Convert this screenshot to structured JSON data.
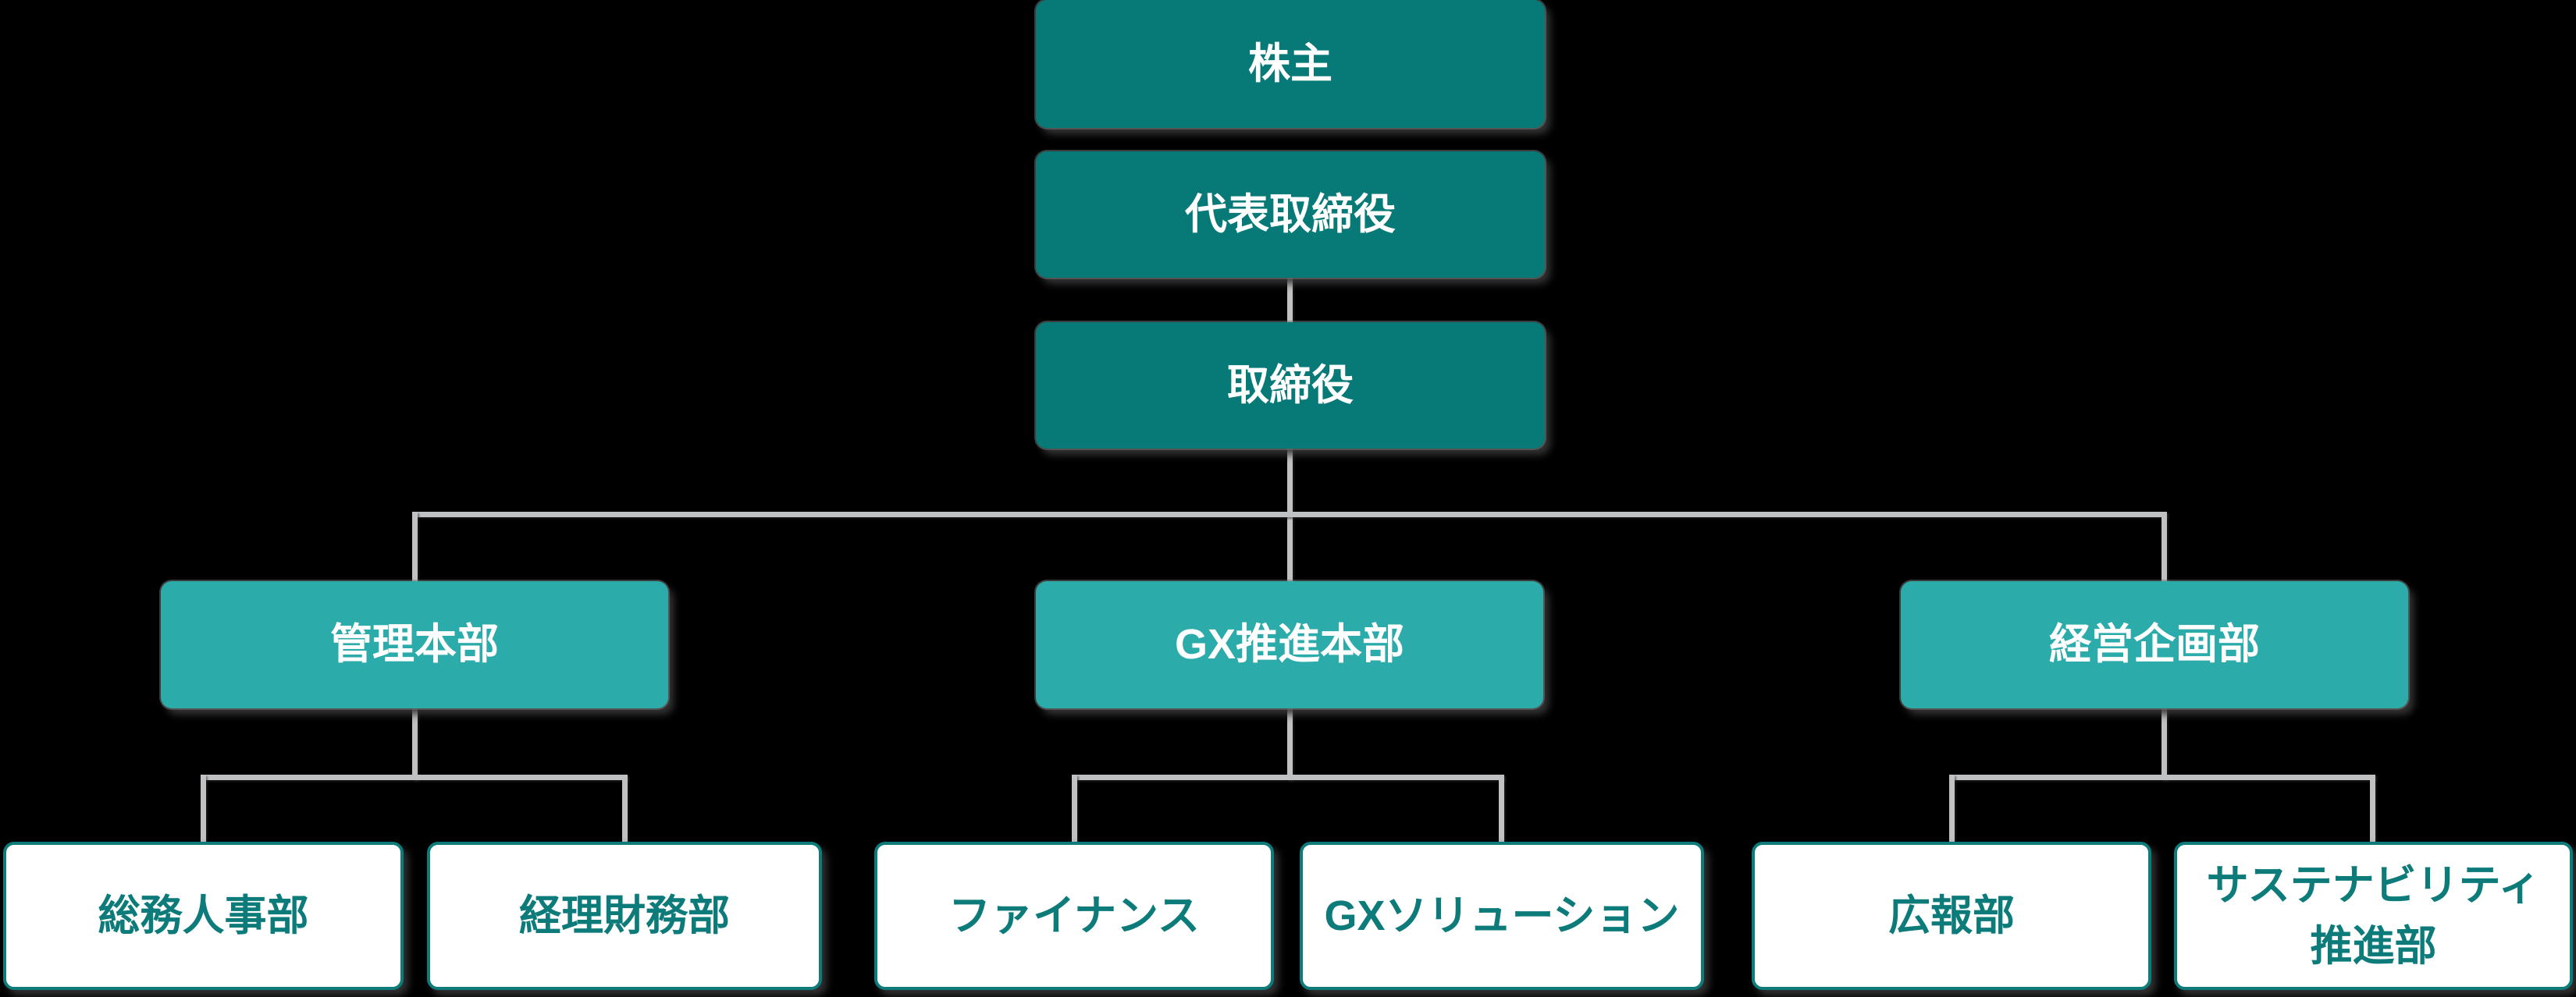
{
  "chart": {
    "type": "org-chart",
    "language": "ja",
    "colors": {
      "background": "#000000",
      "level_dark": "#077a78",
      "level_light": "#2bacaa",
      "leaf_fill": "#ffffff",
      "leaf_border": "#0c7b79",
      "leaf_text": "#0c7b79",
      "node_text": "#ffffff",
      "connector": "#c0c1c2"
    },
    "nodes": {
      "shareholders": {
        "label": "株主"
      },
      "ceo": {
        "label": "代表取締役"
      },
      "directors": {
        "label": "取締役"
      },
      "admin_hq": {
        "label": "管理本部"
      },
      "gx_hq": {
        "label": "GX推進本部"
      },
      "planning_dept": {
        "label": "経営企画部"
      },
      "general_affairs_hr": {
        "label": "総務人事部"
      },
      "accounting_finance": {
        "label": "経理財務部"
      },
      "finance": {
        "label": "ファイナンス"
      },
      "gx_solution": {
        "label": "GXソリューション"
      },
      "public_relations": {
        "label": "広報部"
      },
      "sustainability": {
        "label": "サステナビリティ\n推進部"
      }
    },
    "edges": [
      [
        "shareholders",
        "ceo"
      ],
      [
        "ceo",
        "directors"
      ],
      [
        "directors",
        "admin_hq"
      ],
      [
        "directors",
        "gx_hq"
      ],
      [
        "directors",
        "planning_dept"
      ],
      [
        "admin_hq",
        "general_affairs_hr"
      ],
      [
        "admin_hq",
        "accounting_finance"
      ],
      [
        "gx_hq",
        "finance"
      ],
      [
        "gx_hq",
        "gx_solution"
      ],
      [
        "planning_dept",
        "public_relations"
      ],
      [
        "planning_dept",
        "sustainability"
      ]
    ]
  }
}
